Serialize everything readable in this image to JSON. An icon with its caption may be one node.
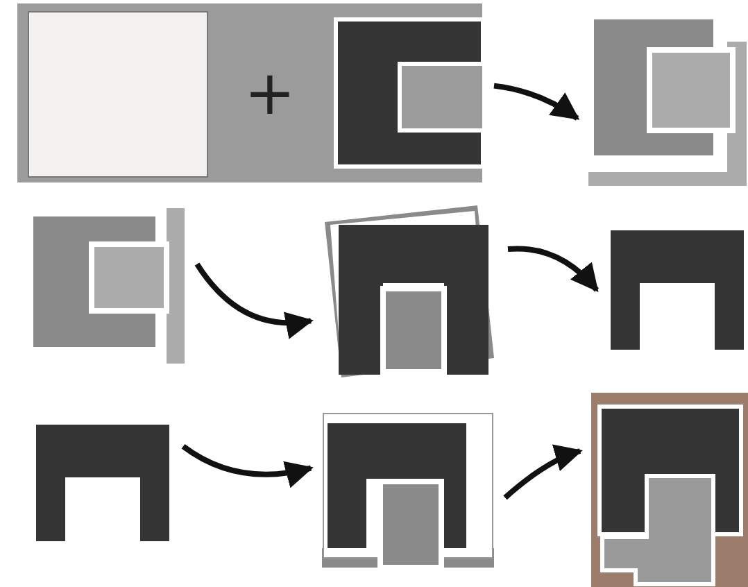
{
  "diagram": {
    "nodes": [
      {
        "text": [],
        "shape": "box"
      },
      {
        "text": [],
        "shape": "box",
        "in": 0
      },
      {
        "text": [],
        "shape": "picture",
        "in": 0
      },
      {
        "text": [],
        "shape": "picture"
      },
      {
        "text": [],
        "shape": "picture"
      },
      {
        "text": [],
        "shape": "picture"
      },
      {
        "text": [],
        "shape": "picture"
      },
      {
        "text": [],
        "shape": "picture"
      },
      {
        "text": [],
        "shape": "picture"
      },
      {
        "text": [],
        "shape": "picture"
      }
    ],
    "edges": [
      {
        "from": 0,
        "to": 3,
        "arrow": "to"
      },
      {
        "from": 4,
        "to": 5,
        "arrow": "to"
      },
      {
        "from": 5,
        "to": 6,
        "arrow": "to"
      },
      {
        "from": 7,
        "to": 8,
        "arrow": "to"
      },
      {
        "from": 8,
        "to": 9,
        "arrow": "to"
      }
    ],
    "labels": [
      "+"
    ]
  }
}
